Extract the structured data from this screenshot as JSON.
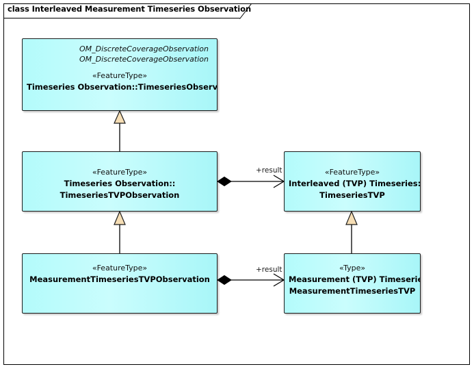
{
  "diagram": {
    "kind_label": "class",
    "title": "class Interleaved Measurement Timeseries Observation",
    "background": "#ffffff",
    "node_fill": "#b3fbfb",
    "node_border": "#1b1b1b",
    "generalization_head_fill": "#f5ddb4"
  },
  "nodes": [
    {
      "id": "timeseries-observation",
      "parent_lines": [
        "OM_DiscreteCoverageObservation",
        "OM_DiscreteCoverageObservation"
      ],
      "stereotype": "«FeatureType»",
      "name_lines": [
        "Timeseries Observation::TimeseriesObservation"
      ]
    },
    {
      "id": "timeseries-tvp-observation",
      "parent_lines": [],
      "stereotype": "«FeatureType»",
      "name_lines": [
        "Timeseries Observation::",
        "TimeseriesTVPObservation"
      ]
    },
    {
      "id": "timeseries-tvp",
      "parent_lines": [],
      "stereotype": "«FeatureType»",
      "name_lines": [
        "Interleaved (TVP) Timeseries::",
        "TimeseriesTVP"
      ]
    },
    {
      "id": "measurement-timeseries-tvp-observation",
      "parent_lines": [],
      "stereotype": "«FeatureType»",
      "name_lines": [
        "MeasurementTimeseriesTVPObservation"
      ]
    },
    {
      "id": "measurement-timeseries-tvp",
      "parent_lines": [],
      "stereotype": "«Type»",
      "name_lines": [
        "Measurement (TVP) Timeseries::",
        "MeasurementTimeseriesTVP"
      ]
    }
  ],
  "edges": [
    {
      "id": "gen-observation-to-tvpobservation",
      "type": "generalization",
      "label": ""
    },
    {
      "id": "gen-tvpobservation-to-measurementobservation",
      "type": "generalization",
      "label": ""
    },
    {
      "id": "gen-timeseriestvp-to-measurementtimeseriestvp",
      "type": "generalization",
      "label": ""
    },
    {
      "id": "comp-tvpobservation-result",
      "type": "composition",
      "label": "+result"
    },
    {
      "id": "comp-measurementobservation-result",
      "type": "composition",
      "label": "+result"
    }
  ]
}
